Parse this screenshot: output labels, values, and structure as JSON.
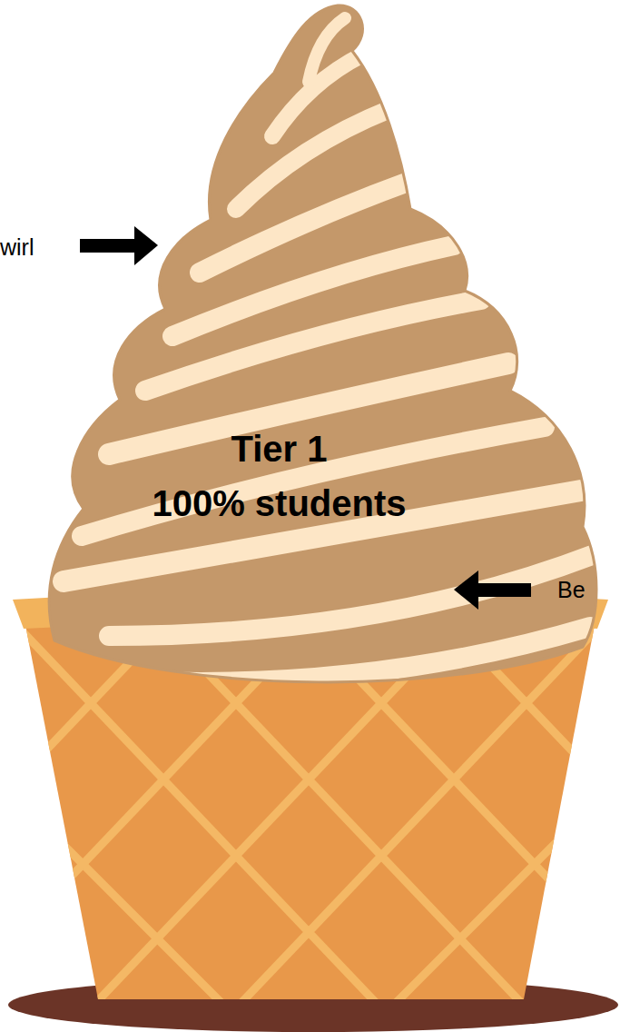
{
  "diagram": {
    "nodes": [
      {
        "text": [
          "Tier 1",
          "100% students"
        ]
      }
    ],
    "labels": [
      "wirl",
      "Be"
    ]
  }
}
